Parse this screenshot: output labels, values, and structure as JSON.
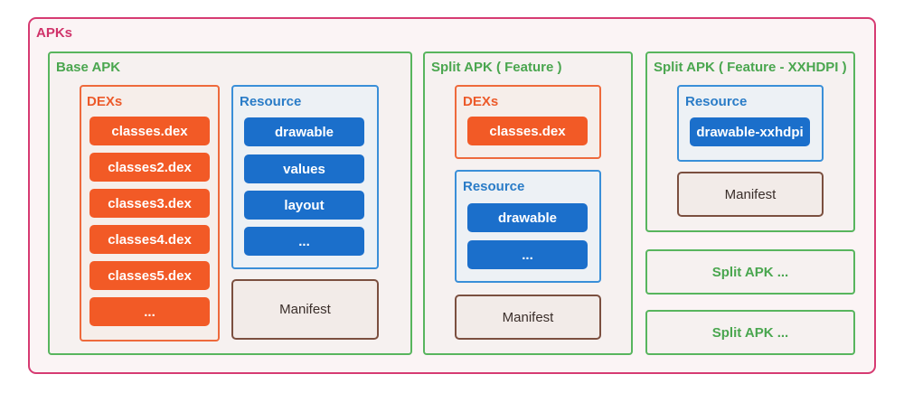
{
  "apks_title": "APKs",
  "base_apk": {
    "title": "Base APK",
    "dexs": {
      "title": "DEXs",
      "items": [
        "classes.dex",
        "classes2.dex",
        "classes3.dex",
        "classes4.dex",
        "classes5.dex",
        "..."
      ]
    },
    "resource": {
      "title": "Resource",
      "items": [
        "drawable",
        "values",
        "layout",
        "..."
      ]
    },
    "manifest": "Manifest"
  },
  "split_feature": {
    "title": "Split APK ( Feature )",
    "dexs": {
      "title": "DEXs",
      "items": [
        "classes.dex"
      ]
    },
    "resource": {
      "title": "Resource",
      "items": [
        "drawable",
        "..."
      ]
    },
    "manifest": "Manifest"
  },
  "split_xxhdpi": {
    "title": "Split APK ( Feature - XXHDPI )",
    "resource": {
      "title": "Resource",
      "items": [
        "drawable-xxhdpi"
      ]
    },
    "manifest": "Manifest"
  },
  "split_more": [
    "Split APK ...",
    "Split APK ..."
  ],
  "colors": {
    "apks_border": "#d63b72",
    "apk_border": "#58b55e",
    "dex_accent": "#f25a26",
    "resource_accent": "#1b6fcb",
    "manifest_border": "#7b4f3f"
  }
}
